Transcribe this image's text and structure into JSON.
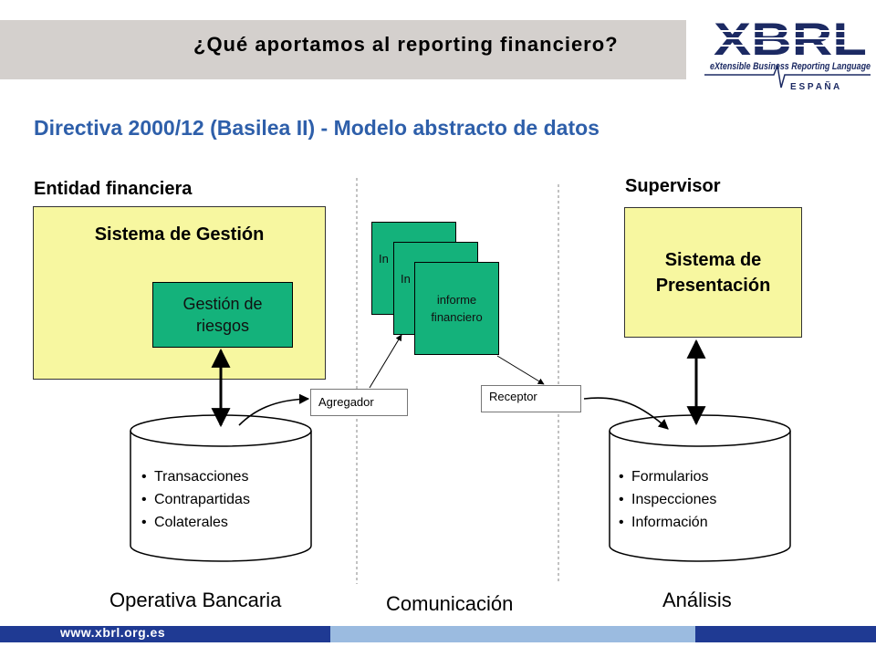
{
  "header": {
    "title": "¿Qué aportamos al reporting financiero?",
    "logo": {
      "letters": "XBRL",
      "tagline": "eXtensible Business Reporting Language",
      "country": "E S P A Ñ A"
    }
  },
  "subtitle": "Directiva 2000/12 (Basilea II) - Modelo abstracto de datos",
  "left": {
    "heading": "Entidad financiera",
    "system_title": "Sistema de Gestión",
    "risk_box": "Gestión de riesgos",
    "db_items": [
      "Transacciones",
      "Contrapartidas",
      "Colaterales"
    ],
    "column_label": "Operativa Bancaria"
  },
  "middle": {
    "aggregator": "Agregador",
    "receiver": "Receptor",
    "documents": [
      "In",
      "In",
      "informe financiero"
    ],
    "column_label": "Comunicación"
  },
  "right": {
    "heading": "Supervisor",
    "system_title": "Sistema de Presentación",
    "db_items": [
      "Formularios",
      "Inspecciones",
      "Información"
    ],
    "column_label": "Análisis"
  },
  "footer": {
    "url": "www.xbrl.org.es"
  },
  "colors": {
    "green": "#14b27b",
    "yellow": "#f7f7a0",
    "title_bar": "#d4d0cd",
    "subtitle_blue": "#2e5faa",
    "footer_dark": "#1f3a93",
    "footer_light": "#9bbbe0",
    "logo_navy": "#1c2a63"
  }
}
